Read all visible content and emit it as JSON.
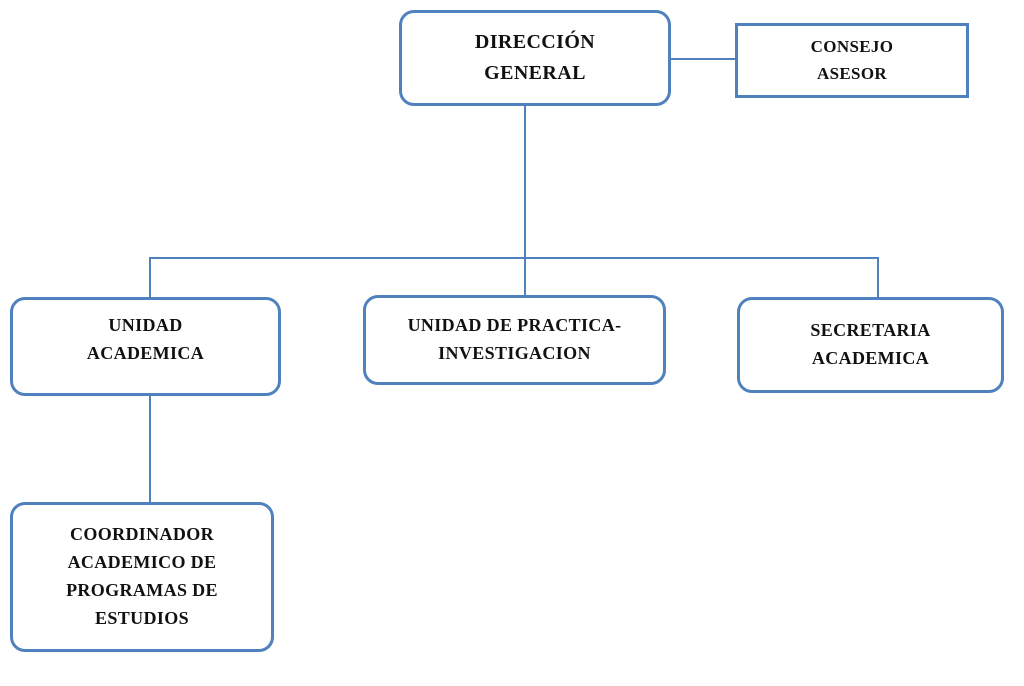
{
  "diagram": {
    "type": "org-chart",
    "accent_color": "#4F81BD",
    "text_color": "#111111",
    "background_color": "#ffffff",
    "nodes": [
      {
        "id": "direccion-general",
        "label": "DIRECCIÓN\nGENERAL",
        "shape": "rounded-rectangle"
      },
      {
        "id": "consejo-asesor",
        "label": "CONSEJO\nASESOR",
        "shape": "rectangle"
      },
      {
        "id": "unidad-academica",
        "label": "UNIDAD\nACADEMICA",
        "shape": "rounded-rectangle"
      },
      {
        "id": "unidad-practica-investigacion",
        "label": "UNIDAD DE PRACTICA-\nINVESTIGACION",
        "shape": "rounded-rectangle"
      },
      {
        "id": "secretaria-academica",
        "label": "SECRETARIA\nACADEMICA",
        "shape": "rounded-rectangle"
      },
      {
        "id": "coordinador-academico",
        "label": "COORDINADOR\nACADEMICO DE\nPROGRAMAS DE\nESTUDIOS",
        "shape": "rounded-rectangle"
      }
    ],
    "edges": [
      {
        "from": "direccion-general",
        "to": "consejo-asesor"
      },
      {
        "from": "direccion-general",
        "to": "unidad-academica"
      },
      {
        "from": "direccion-general",
        "to": "unidad-practica-investigacion"
      },
      {
        "from": "direccion-general",
        "to": "secretaria-academica"
      },
      {
        "from": "unidad-academica",
        "to": "coordinador-academico"
      }
    ]
  }
}
